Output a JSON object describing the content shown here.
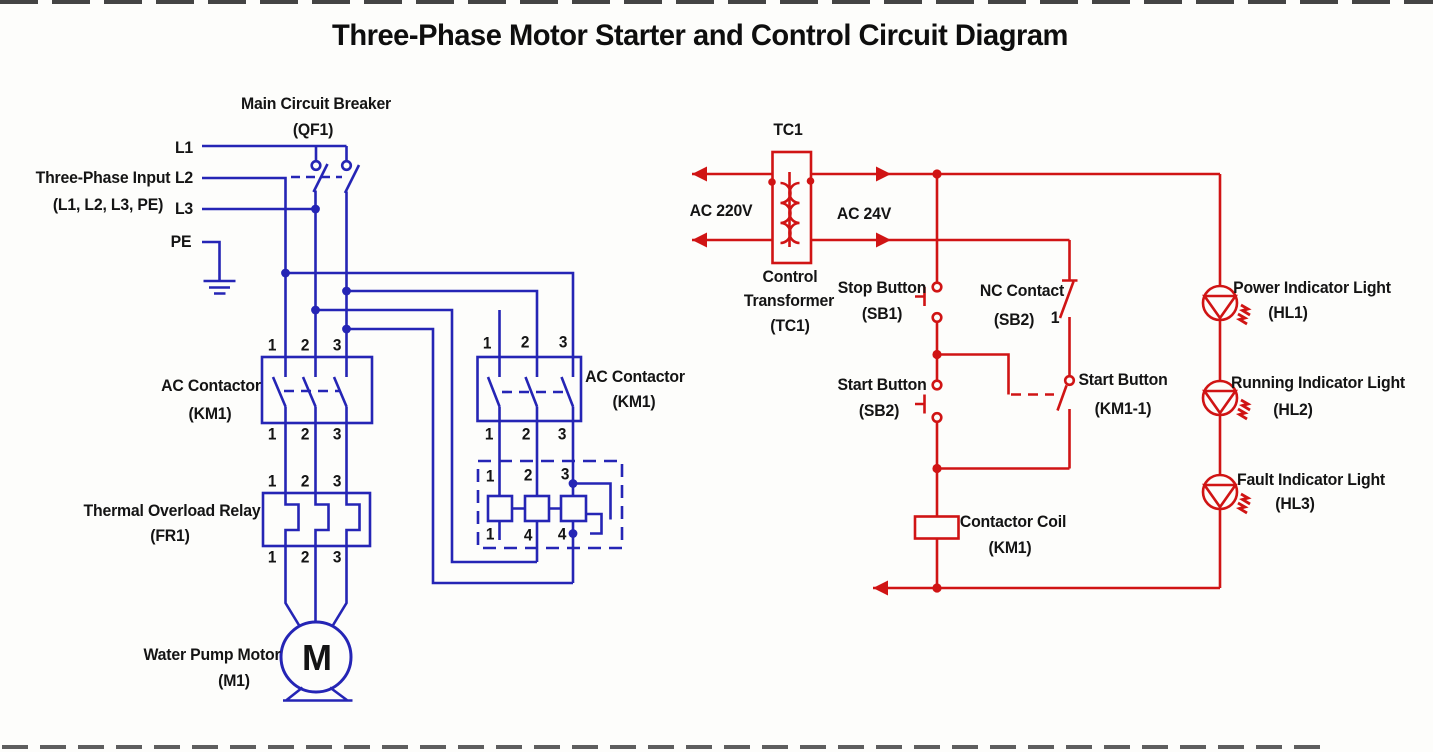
{
  "title": "Three-Phase Motor Starter and Control Circuit Diagram",
  "colors": {
    "power_blue": "#2525b5",
    "control_red": "#d01414",
    "ink": "#141414"
  },
  "power_circuit": {
    "input": {
      "label1": "Three-Phase Input",
      "label2": "(L1, L2, L3, PE)",
      "l1": "L1",
      "l2": "L2",
      "l3": "L3",
      "pe": "PE"
    },
    "breaker": {
      "name": "Main Circuit Breaker",
      "ref": "(QF1)"
    },
    "contactor_left": {
      "name": "AC Contactor",
      "ref": "(KM1)",
      "top": [
        "1",
        "2",
        "3"
      ],
      "bottom": [
        "1",
        "2",
        "3"
      ]
    },
    "contactor_right": {
      "name": "AC Contactor",
      "ref": "(KM1)",
      "top": [
        "1",
        "2",
        "3"
      ],
      "bottom": [
        "1",
        "2",
        "3"
      ]
    },
    "overload": {
      "name": "Thermal Overload Relay",
      "ref": "(FR1)",
      "top": [
        "1",
        "2",
        "3"
      ],
      "bottom": [
        "1",
        "2",
        "3"
      ]
    },
    "aux": {
      "top": [
        "1",
        "2",
        "3"
      ],
      "bottom": [
        "1",
        "4",
        "4"
      ]
    },
    "motor": {
      "name": "Water Pump Motor",
      "ref": "(M1)",
      "letter": "M"
    }
  },
  "control_circuit": {
    "transformer": {
      "tag": "TC1",
      "primary": "AC 220V",
      "secondary": "AC 24V",
      "name1": "Control",
      "name2": "Transformer",
      "name3": "(TC1)"
    },
    "stop": {
      "name": "Stop Button",
      "ref": "(SB1)"
    },
    "start": {
      "name": "Start Button",
      "ref": "(SB2)"
    },
    "nc": {
      "name": "NC Contact",
      "ref": "(SB2)",
      "terminal": "1"
    },
    "seal": {
      "name": "Start Button",
      "ref": "(KM1-1)"
    },
    "coil": {
      "name": "Contactor Coil",
      "ref": "(KM1)"
    },
    "lamps": [
      {
        "name": "Power Indicator Light",
        "ref": "(HL1)"
      },
      {
        "name": "Running Indicator Light",
        "ref": "(HL2)"
      },
      {
        "name": "Fault Indicator Light",
        "ref": "(HL3)"
      }
    ]
  }
}
